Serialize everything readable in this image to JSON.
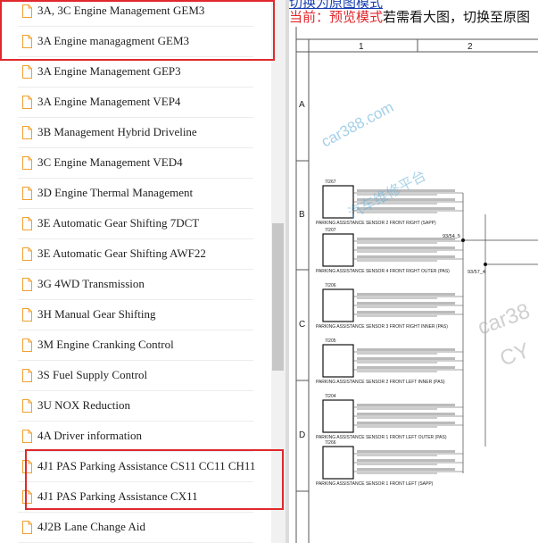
{
  "sidebar": {
    "items": [
      {
        "label": "3A, 3C Engine Management GEM3"
      },
      {
        "label": "3A Engine managagment GEM3"
      },
      {
        "label": "3A Engine Management GEP3"
      },
      {
        "label": "3A Engine Management VEP4"
      },
      {
        "label": "3B Management Hybrid Driveline"
      },
      {
        "label": "3C Engine Management VED4"
      },
      {
        "label": "3D Engine Thermal Management"
      },
      {
        "label": "3E Automatic Gear Shifting 7DCT"
      },
      {
        "label": "3E Automatic Gear Shifting AWF22"
      },
      {
        "label": "3G 4WD Transmission"
      },
      {
        "label": "3H Manual Gear Shifting"
      },
      {
        "label": "3M Engine Cranking Control"
      },
      {
        "label": "3S Fuel Supply Control"
      },
      {
        "label": "3U NOX Reduction"
      },
      {
        "label": "4A Driver information"
      },
      {
        "label": "4J1 PAS Parking Assistance CS11 CC11 CH11"
      },
      {
        "label": "4J1 PAS Parking Assistance CX11"
      },
      {
        "label": "4J2B Lane Change Aid"
      }
    ]
  },
  "viewer": {
    "switch_link": "切换为原图模式",
    "mode_prefix": "当前：",
    "mode_name": "预览模式",
    "mode_hint": "若需看大图，切换至原图"
  },
  "diagram": {
    "col_labels": [
      "1",
      "2"
    ],
    "row_labels": [
      "A",
      "B",
      "C",
      "D"
    ],
    "sensors": [
      {
        "id": "7/267",
        "caption": "PARKING ASSISTANCE SENSOR 2 FRONT RIGHT (SAPP)"
      },
      {
        "id": "7/207",
        "caption": "PARKING ASSISTANCE SENSOR 4 FRONT RIGHT OUTER (PAS)"
      },
      {
        "id": "7/206",
        "caption": "PARKING ASSISTANCE SENSOR 3 FRONT RIGHT INNER (PAS)"
      },
      {
        "id": "7/205",
        "caption": "PARKING ASSISTANCE SENSOR 2 FRONT LEFT INNER (PAS)"
      },
      {
        "id": "7/204",
        "caption": "PARKING ASSISTANCE SENSOR 1 FRONT LEFT OUTER (PAS)"
      },
      {
        "id": "7/266",
        "caption": "PARKING ASSISTANCE SENSOR 1 FRONT LEFT (SAPP)"
      }
    ],
    "junctions": [
      "93/54_5",
      "93/57_4"
    ],
    "watermarks": [
      "car388.com",
      "汽车维修平台",
      "car38",
      "CY"
    ],
    "colors": {
      "frame": "#555555",
      "wire": "#444444",
      "watermark": "#5aa9d6"
    }
  }
}
